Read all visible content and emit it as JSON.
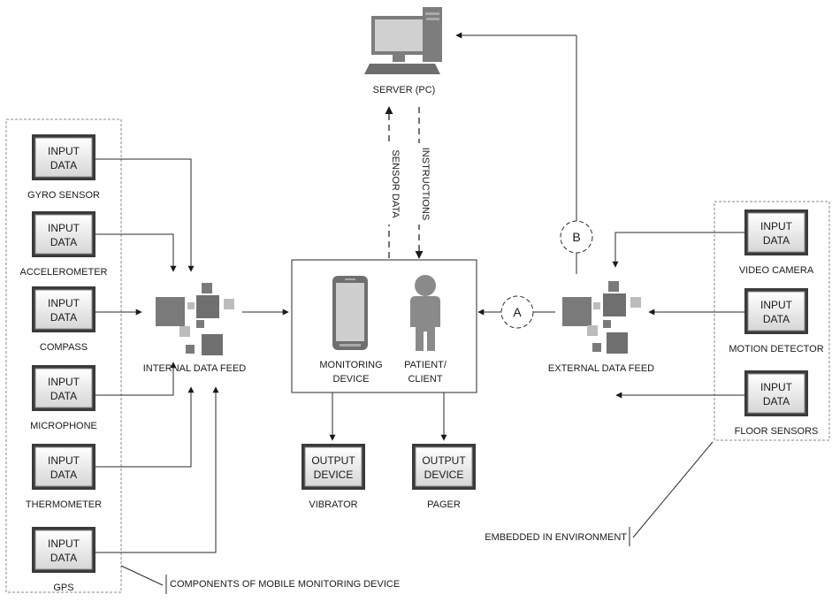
{
  "server": {
    "label": "SERVER (PC)"
  },
  "links": {
    "sensor_data": "SENSOR DATA",
    "instructions": "INSTRUCTIONS",
    "marker_a": "A",
    "marker_b": "B"
  },
  "input_box": {
    "line1": "INPUT",
    "line2": "DATA"
  },
  "output_box": {
    "line1": "OUTPUT",
    "line2": "DEVICE"
  },
  "internal_sensors": [
    "GYRO SENSOR",
    "ACCELEROMETER",
    "COMPASS",
    "MICROPHONE",
    "THERMOMETER",
    "GPS"
  ],
  "external_sensors": [
    "VIDEO CAMERA",
    "MOTION DETECTOR",
    "FLOOR SENSORS"
  ],
  "feeds": {
    "internal": "INTERNAL DATA FEED",
    "external": "EXTERNAL DATA FEED"
  },
  "center": {
    "device_line1": "MONITORING",
    "device_line2": "DEVICE",
    "patient_line1": "PATIENT/",
    "patient_line2": "CLIENT"
  },
  "outputs": [
    "VIBRATOR",
    "PAGER"
  ],
  "captions": {
    "components": "COMPONENTS OF MOBILE MONITORING DEVICE",
    "embedded": "EMBEDDED IN ENVIRONMENT"
  }
}
